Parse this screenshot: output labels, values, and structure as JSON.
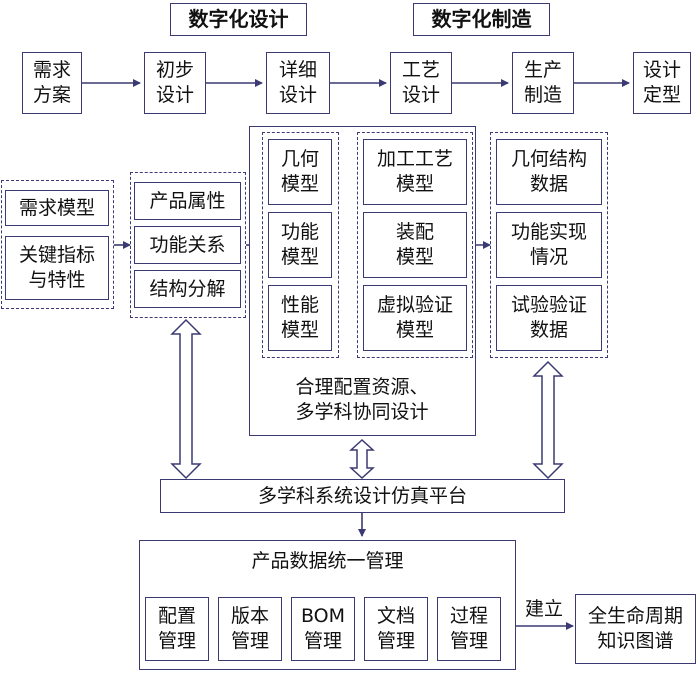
{
  "headers": {
    "digital_design": "数字化设计",
    "digital_manufacturing": "数字化制造"
  },
  "process": [
    {
      "label": "需求\n方案"
    },
    {
      "label": "初步\n设计"
    },
    {
      "label": "详细\n设计"
    },
    {
      "label": "工艺\n设计"
    },
    {
      "label": "生产\n制造"
    },
    {
      "label": "设计\n定型"
    }
  ],
  "requirements": {
    "model": "需求模型",
    "indicators": "关键指标\n与特性"
  },
  "product": {
    "attributes": "产品属性",
    "function_relation": "功能关系",
    "structure": "结构分解"
  },
  "models": {
    "geometry": "几何\n模型",
    "function": "功能\n模型",
    "performance": "性能\n模型"
  },
  "process_models": {
    "machining": "加工工艺\n模型",
    "assembly": "装配\n模型",
    "virtual": "虚拟验证\n模型"
  },
  "center_caption": "合理配置资源、\n多学科协同设计",
  "results": {
    "geometry_data": "几何结构\n数据",
    "function_status": "功能实现\n情况",
    "test_data": "试验验证\n数据"
  },
  "platform": "多学科系统设计仿真平台",
  "pdm": {
    "title": "产品数据统一管理",
    "items": [
      {
        "label": "配置\n管理"
      },
      {
        "label": "版本\n管理"
      },
      {
        "label": "BOM\n管理"
      },
      {
        "label": "文档\n管理"
      },
      {
        "label": "过程\n管理"
      }
    ]
  },
  "establish": "建立",
  "knowledge": "全生命周期\n知识图谱"
}
